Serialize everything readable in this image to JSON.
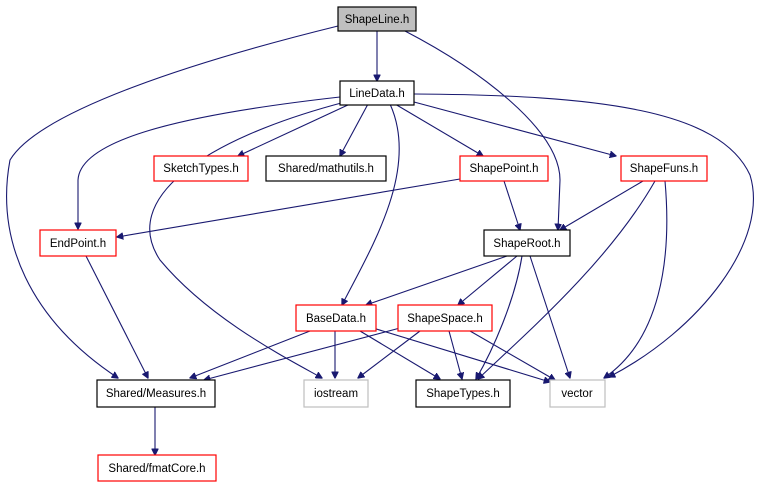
{
  "colors": {
    "edge": "#191970",
    "root_fill": "#bfbfbf",
    "border_black": "#000000",
    "border_red": "#ff0000",
    "border_gray": "#bfbfbf"
  },
  "nodes": [
    {
      "id": "shapeline",
      "label": "ShapeLine.h",
      "kind": "root"
    },
    {
      "id": "linedata",
      "label": "LineData.h",
      "kind": "black"
    },
    {
      "id": "sketchtypes",
      "label": "SketchTypes.h",
      "kind": "red"
    },
    {
      "id": "mathutils",
      "label": "Shared/mathutils.h",
      "kind": "black"
    },
    {
      "id": "shapepoint",
      "label": "ShapePoint.h",
      "kind": "red"
    },
    {
      "id": "shapefuns",
      "label": "ShapeFuns.h",
      "kind": "red"
    },
    {
      "id": "endpoint",
      "label": "EndPoint.h",
      "kind": "red"
    },
    {
      "id": "shaperoot",
      "label": "ShapeRoot.h",
      "kind": "black"
    },
    {
      "id": "basedata",
      "label": "BaseData.h",
      "kind": "red"
    },
    {
      "id": "shapespace",
      "label": "ShapeSpace.h",
      "kind": "red"
    },
    {
      "id": "measures",
      "label": "Shared/Measures.h",
      "kind": "black"
    },
    {
      "id": "iostream",
      "label": "iostream",
      "kind": "gray"
    },
    {
      "id": "shapetypes",
      "label": "ShapeTypes.h",
      "kind": "black"
    },
    {
      "id": "vector",
      "label": "vector",
      "kind": "gray"
    },
    {
      "id": "fmatcore",
      "label": "Shared/fmatCore.h",
      "kind": "red"
    }
  ]
}
